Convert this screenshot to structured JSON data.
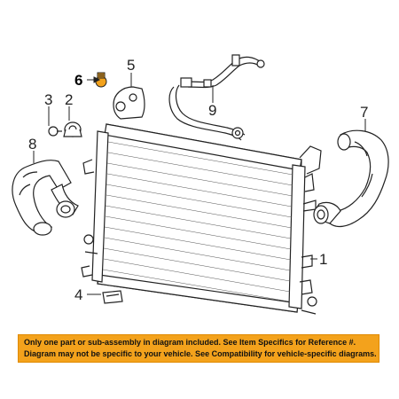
{
  "diagram": {
    "callouts": [
      {
        "id": "1",
        "label": "1"
      },
      {
        "id": "2",
        "label": "2"
      },
      {
        "id": "3",
        "label": "3"
      },
      {
        "id": "4",
        "label": "4"
      },
      {
        "id": "5",
        "label": "5"
      },
      {
        "id": "6",
        "label": "6",
        "highlighted": true
      },
      {
        "id": "7",
        "label": "7"
      },
      {
        "id": "8",
        "label": "8"
      },
      {
        "id": "9",
        "label": "9"
      }
    ],
    "colors": {
      "line": "#222222",
      "highlight": "#f3a21c",
      "notice_background": "#f3a21c"
    }
  },
  "notice": {
    "line1": "Only one part or sub-assembly in diagram included. See Item Specifics for Reference #.",
    "line2": "Diagram may not be specific to your vehicle. See Compatibility for vehicle-specific diagrams."
  }
}
